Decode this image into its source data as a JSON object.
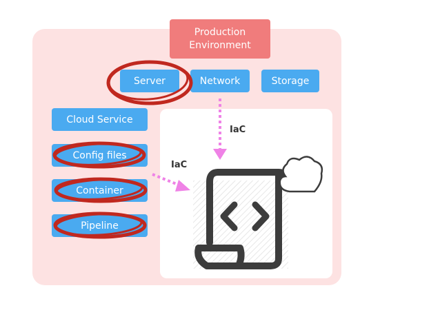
{
  "diagram": {
    "title": "Production\nEnvironment",
    "top_row": [
      {
        "label": "Server",
        "circled": true
      },
      {
        "label": "Network",
        "circled": false
      },
      {
        "label": "Storage",
        "circled": false
      }
    ],
    "left_column": [
      {
        "label": "Cloud Service",
        "circled": false
      },
      {
        "label": "Config files",
        "circled": true
      },
      {
        "label": "Container",
        "circled": true
      },
      {
        "label": "Pipeline",
        "circled": true
      }
    ],
    "arrow_labels": {
      "vertical": "IaC",
      "diagonal": "IaC"
    },
    "icons": [
      "code-scroll-icon",
      "cloud-icon"
    ],
    "colors": {
      "panel": "#fde2e2",
      "title_box": "#f07c7c",
      "box": "#4aaaf0",
      "arrow": "#ef82e6",
      "circle": "#c0281f"
    }
  }
}
